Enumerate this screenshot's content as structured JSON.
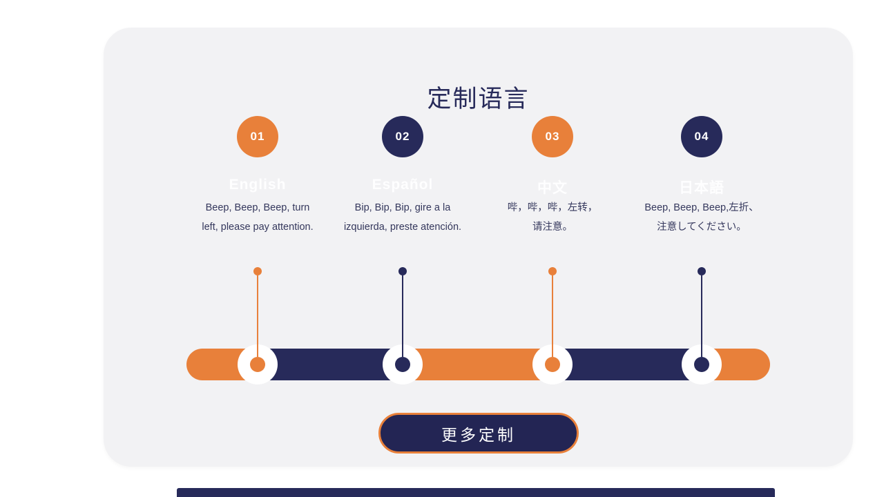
{
  "title": "定制语言",
  "colors": {
    "orange": "#e8803a",
    "navy": "#272a5a",
    "navy_dark": "#232554",
    "panel_bg": "#f2f2f4",
    "page_bg": "#ffffff",
    "desc_text": "#34375c",
    "label_text": "#ffffff"
  },
  "steps": [
    {
      "number": "01",
      "accent": "orange",
      "label": "English",
      "desc_line1": "Beep, Beep, Beep, turn",
      "desc_line2": "left, please pay attention."
    },
    {
      "number": "02",
      "accent": "navy",
      "label": "Español",
      "desc_line1": "Bip, Bip, Bip, gire a la",
      "desc_line2": "izquierda, preste atención."
    },
    {
      "number": "03",
      "accent": "orange",
      "label": "中文",
      "desc_line1": "哔，哔，哔，左转，",
      "desc_line2": "请注意。"
    },
    {
      "number": "04",
      "accent": "navy",
      "label": "日本語",
      "desc_line1": "Beep, Beep, Beep,左折、",
      "desc_line2": "注意してください。"
    }
  ],
  "timeline": {
    "segment_colors": [
      "orange",
      "navy",
      "orange",
      "navy",
      "orange"
    ]
  },
  "button": {
    "label": "更多定制"
  }
}
